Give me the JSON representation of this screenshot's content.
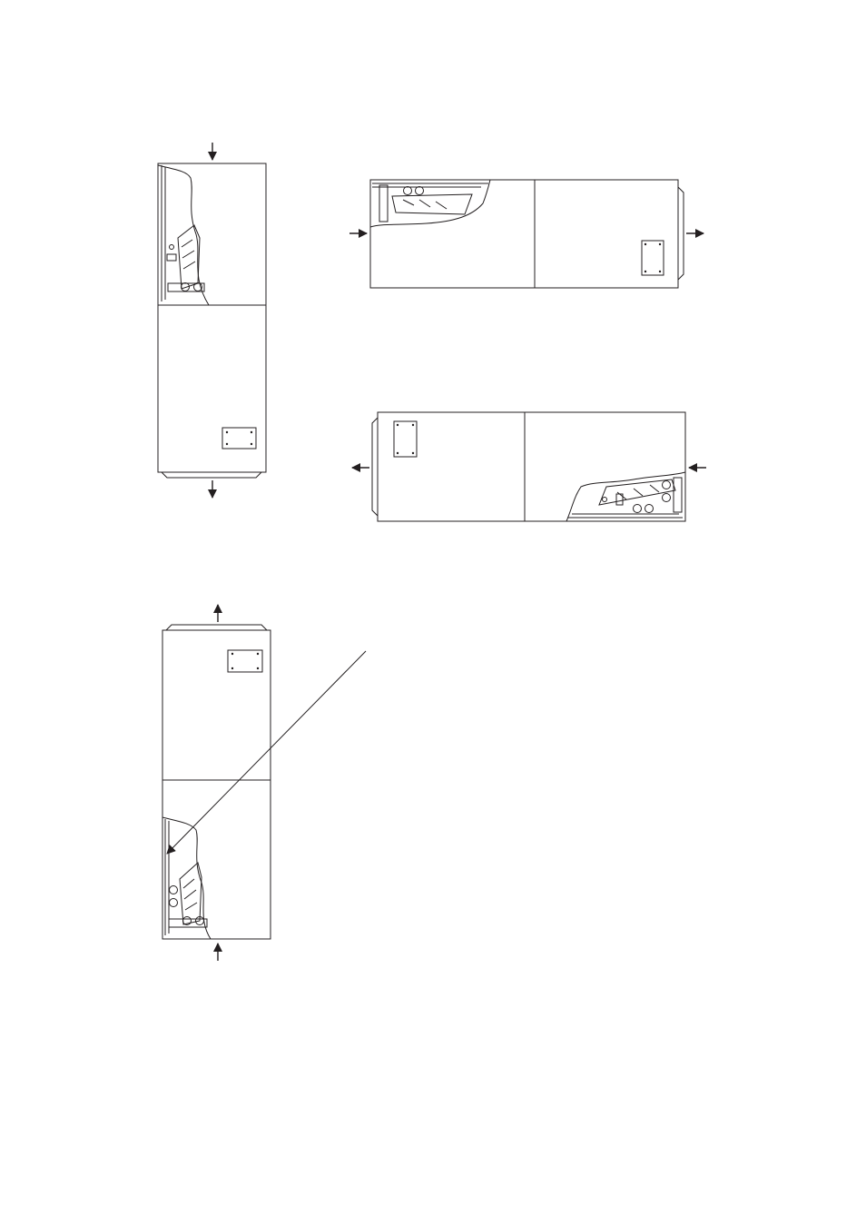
{
  "diagram": {
    "description_free": true,
    "units": [
      {
        "id": "vertical-downflow",
        "airflow": "down"
      },
      {
        "id": "horizontal-left-to-right",
        "airflow": "right"
      },
      {
        "id": "horizontal-right-to-left",
        "airflow": "left"
      },
      {
        "id": "vertical-upflow",
        "airflow": "up"
      }
    ],
    "colors": {
      "line": "#231f20",
      "background": "#ffffff"
    }
  }
}
